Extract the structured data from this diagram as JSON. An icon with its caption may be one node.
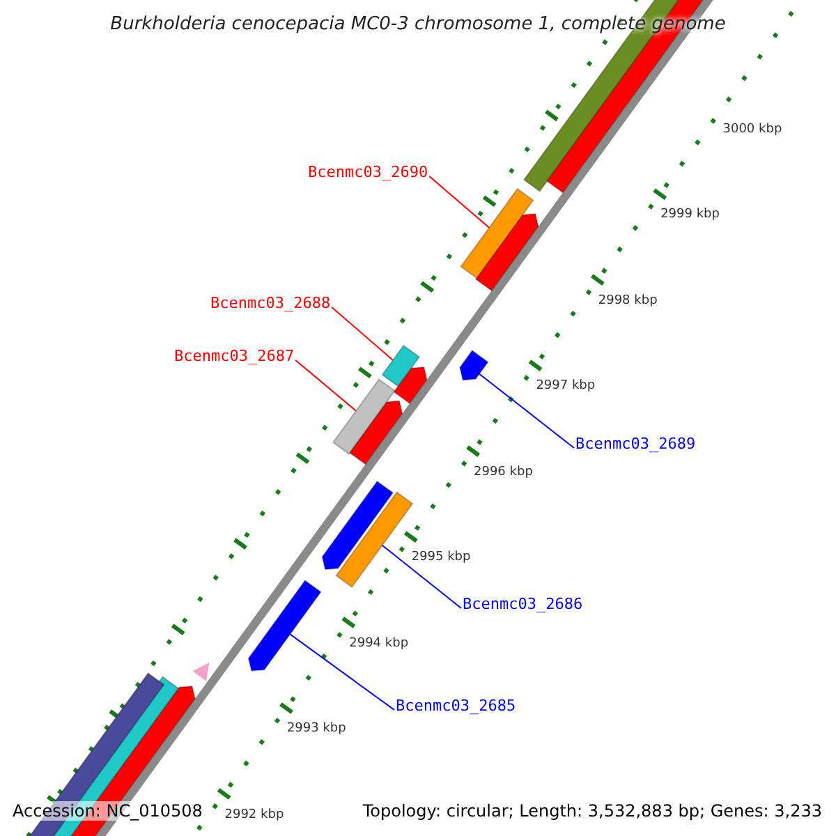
{
  "diagram": {
    "title": "Burkholderia cenocepacia MC0-3 chromosome 1, complete genome",
    "nodes": [
      {
        "text": [
          "Bcenmc03_2690"
        ]
      },
      {
        "text": [
          "Bcenmc03_2688"
        ]
      },
      {
        "text": [
          "Bcenmc03_2687"
        ]
      },
      {
        "text": [
          "Bcenmc03_2689"
        ]
      },
      {
        "text": [
          "Bcenmc03_2686"
        ]
      },
      {
        "text": [
          "Bcenmc03_2685"
        ]
      },
      {
        "text": [],
        "shape": "bar"
      },
      {
        "text": [],
        "shape": "bar"
      },
      {
        "text": [],
        "shape": "bar"
      },
      {
        "text": [],
        "shape": "bar"
      },
      {
        "text": [],
        "shape": "bar"
      },
      {
        "text": [],
        "shape": "bar"
      }
    ],
    "edges": [
      {
        "from": 0,
        "to": 6,
        "arrow": "none",
        "color": "#ff0000"
      },
      {
        "from": 1,
        "to": 7,
        "arrow": "none",
        "color": "#ff0000"
      },
      {
        "from": 2,
        "to": 8,
        "arrow": "none",
        "color": "#ff0000"
      },
      {
        "from": 3,
        "to": 9,
        "arrow": "none",
        "color": "#0000ff"
      },
      {
        "from": 4,
        "to": 10,
        "arrow": "none",
        "color": "#0000ff"
      },
      {
        "from": 5,
        "to": 11,
        "arrow": "none",
        "color": "#0000ff"
      }
    ],
    "labels": [
      "3000 kbp",
      "2999 kbp",
      "2998 kbp",
      "2997 kbp",
      "2996 kbp",
      "2995 kbp",
      "2994 kbp",
      "2993 kbp",
      "2992 kbp",
      "Accession: NC_010508",
      "Topology: circular; Length: 3,532,883 bp; Genes: 3,233"
    ]
  }
}
